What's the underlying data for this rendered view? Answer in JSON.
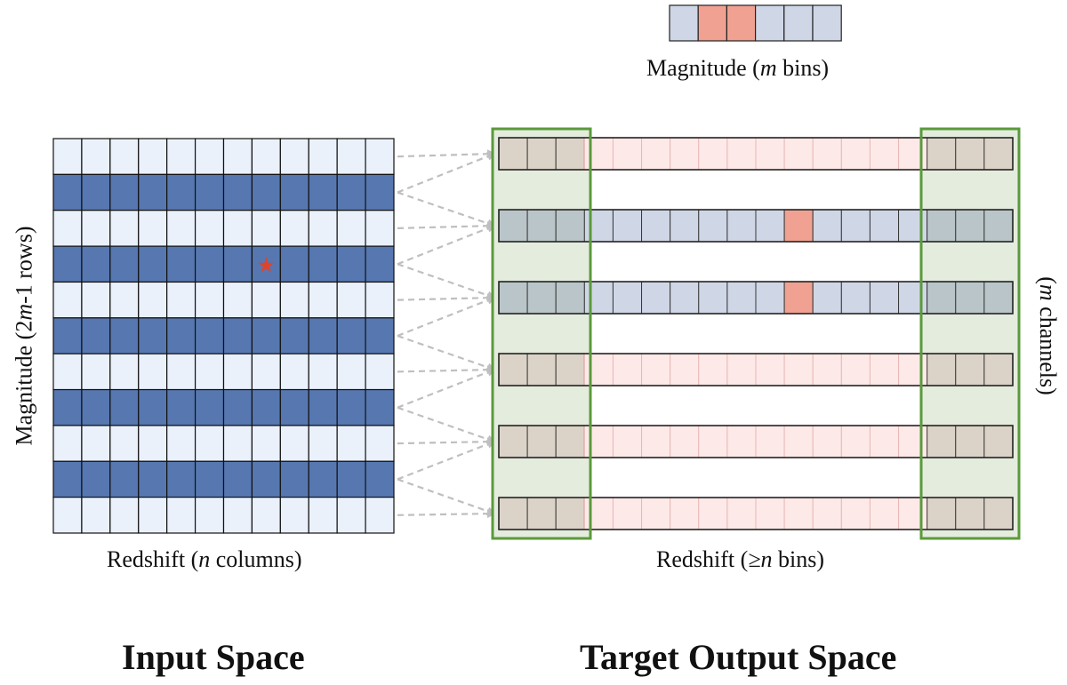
{
  "legend": {
    "caption_pre": "Magnitude (",
    "caption_var": "m",
    "caption_post": " bins)",
    "cells": 6,
    "highlighted": [
      1,
      2
    ]
  },
  "input_space": {
    "title": "Input Space",
    "rows": 11,
    "columns": 12,
    "star_row": 3,
    "star_column": 7,
    "star_glyph": "★",
    "x_label_pre": "Redshift (",
    "x_label_var": "n",
    "x_label_post": " columns)",
    "y_label_pre": "Magnitude (2",
    "y_label_var": "m",
    "y_label_post": "-1 rows)"
  },
  "output_space": {
    "title": "Target Output Space",
    "channels": 6,
    "bins": 18,
    "padding_bins_each_side": 3,
    "highlighted_channels": [
      1,
      2
    ],
    "highlight_bin": 10,
    "x_label_pre": "Redshift (",
    "x_label_var": "≥n",
    "x_label_post": " bins)",
    "y_label_pre": "(",
    "y_label_var": "m",
    "y_label_post": " channels)"
  },
  "colors": {
    "input_light": "#eaf1fb",
    "input_dark": "#5677b0",
    "grid_line": "#111111",
    "legend_cell": "#cfd6e6",
    "highlight": "#f0a192",
    "output_bin": "#fde9e8",
    "output_bin_stroke": "#e8b9b6",
    "channel_bin": "#cfd6e6",
    "padding_region": "#e4ecdd",
    "padding_border": "#5a9a3b",
    "padding_cell": "#dcd3c8",
    "padding_cell_hl": "#b9c5c8",
    "arrow": "#bfbfbf",
    "star": "#e0432c"
  }
}
